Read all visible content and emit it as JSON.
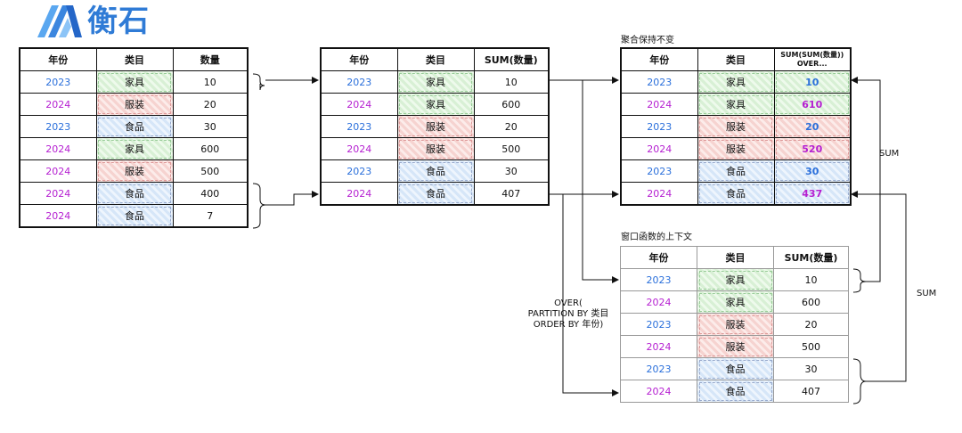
{
  "logo": {
    "text": "衡石"
  },
  "tables": {
    "source": {
      "headers": [
        "年份",
        "类目",
        "数量"
      ],
      "rows": [
        [
          "2023",
          "家具",
          "10"
        ],
        [
          "2024",
          "服装",
          "20"
        ],
        [
          "2023",
          "食品",
          "30"
        ],
        [
          "2024",
          "家具",
          "600"
        ],
        [
          "2024",
          "服装",
          "500"
        ],
        [
          "2024",
          "食品",
          "400"
        ],
        [
          "2024",
          "食品",
          "7"
        ]
      ]
    },
    "aggregated": {
      "headers": [
        "年份",
        "类目",
        "SUM(数量)"
      ],
      "rows": [
        [
          "2023",
          "家具",
          "10"
        ],
        [
          "2024",
          "家具",
          "600"
        ],
        [
          "2023",
          "服装",
          "20"
        ],
        [
          "2024",
          "服装",
          "500"
        ],
        [
          "2023",
          "食品",
          "30"
        ],
        [
          "2024",
          "食品",
          "407"
        ]
      ]
    },
    "result": {
      "caption": "聚合保持不变",
      "headers": [
        "年份",
        "类目",
        "SUM(SUM(数量))\nOVER..."
      ],
      "rows": [
        [
          "2023",
          "家具",
          "10"
        ],
        [
          "2024",
          "家具",
          "610"
        ],
        [
          "2023",
          "服装",
          "20"
        ],
        [
          "2024",
          "服装",
          "520"
        ],
        [
          "2023",
          "食品",
          "30"
        ],
        [
          "2024",
          "食品",
          "437"
        ]
      ]
    },
    "window": {
      "caption": "窗口函数的上下文",
      "headers": [
        "年份",
        "类目",
        "SUM(数量)"
      ],
      "rows": [
        [
          "2023",
          "家具",
          "10"
        ],
        [
          "2024",
          "家具",
          "600"
        ],
        [
          "2023",
          "服装",
          "20"
        ],
        [
          "2024",
          "服装",
          "500"
        ],
        [
          "2023",
          "食品",
          "30"
        ],
        [
          "2024",
          "食品",
          "407"
        ]
      ]
    }
  },
  "labels": {
    "over_line1": "OVER(",
    "over_line2": "PARTITION BY 类目",
    "over_line3": "ORDER BY 年份)",
    "sum_upper": "SUM",
    "sum_lower": "SUM"
  },
  "colors": {
    "year_2023": "#2a6fdb",
    "year_2024": "#b51fd1",
    "furniture": "#d8f0d5",
    "clothing": "#f6d3d0",
    "food": "#d6e6f8"
  }
}
